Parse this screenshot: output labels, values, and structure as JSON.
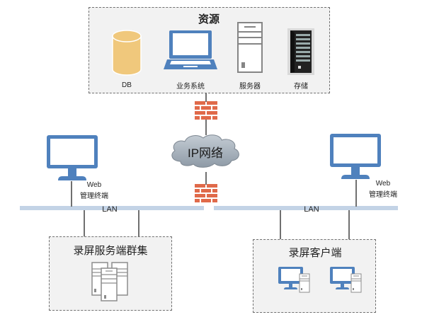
{
  "resources": {
    "title": "资源",
    "items": [
      {
        "label": "DB",
        "icon": "database-icon"
      },
      {
        "label": "业务系统",
        "icon": "laptop-icon"
      },
      {
        "label": "服务器",
        "icon": "server-icon"
      },
      {
        "label": "存储",
        "icon": "storage-icon"
      }
    ]
  },
  "network": {
    "cloud_label": "IP网络",
    "firewall_icon": "firewall-icon"
  },
  "left": {
    "terminal_line1": "Web",
    "terminal_line2": "管理终端",
    "lan_label": "LAN",
    "group_title": "录屏服务端群集"
  },
  "right": {
    "terminal_line1": "Web",
    "terminal_line2": "管理终端",
    "lan_label": "LAN",
    "group_title": "录屏客户端"
  },
  "colors": {
    "box_fill": "#f2f2f2",
    "box_border": "#707070",
    "monitor_blue": "#4f81bd",
    "db_yellow": "#f0c87c",
    "firewall_red": "#e06a4a",
    "lan_blue": "#c3d3e6",
    "cloud_gray": "#a9b4bf"
  }
}
